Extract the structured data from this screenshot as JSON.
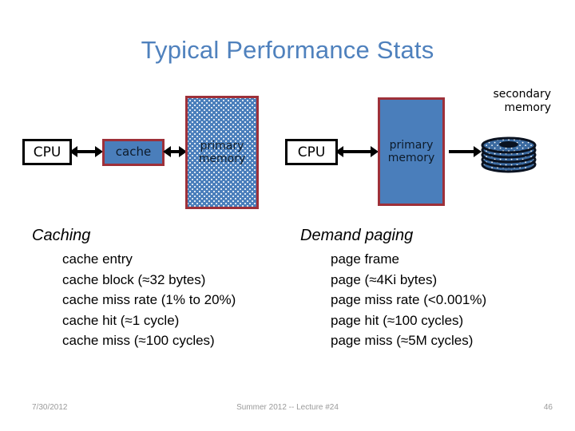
{
  "slide": {
    "title": "Typical Performance Stats"
  },
  "diagram": {
    "cpu_left_label": "CPU",
    "cache_label": "cache",
    "primary_memory_left_line1": "primary",
    "primary_memory_left_line2": "memory",
    "cpu_right_label": "CPU",
    "primary_memory_right_line1": "primary",
    "primary_memory_right_line2": "memory",
    "secondary_memory_line1": "secondary",
    "secondary_memory_line2": "memory",
    "colors": {
      "memory_fill": "#4a7ebb",
      "memory_border": "#9e3039",
      "cpu_border": "#000000",
      "disk": "#101a2e",
      "title": "#4f81bd"
    }
  },
  "columns": {
    "left": {
      "heading": "Caching",
      "items": [
        "cache entry",
        "cache block (≈32 bytes)",
        "cache miss rate (1% to 20%)",
        "cache hit (≈1 cycle)",
        "cache miss (≈100 cycles)"
      ]
    },
    "right": {
      "heading": "Demand paging",
      "items": [
        "page frame",
        "page (≈4Ki bytes)",
        "page miss rate (<0.001%)",
        "page hit (≈100 cycles)",
        "page miss (≈5M cycles)"
      ]
    }
  },
  "footer": {
    "date": "7/30/2012",
    "center": "Summer 2012 -- Lecture #24",
    "page_number": "46"
  }
}
